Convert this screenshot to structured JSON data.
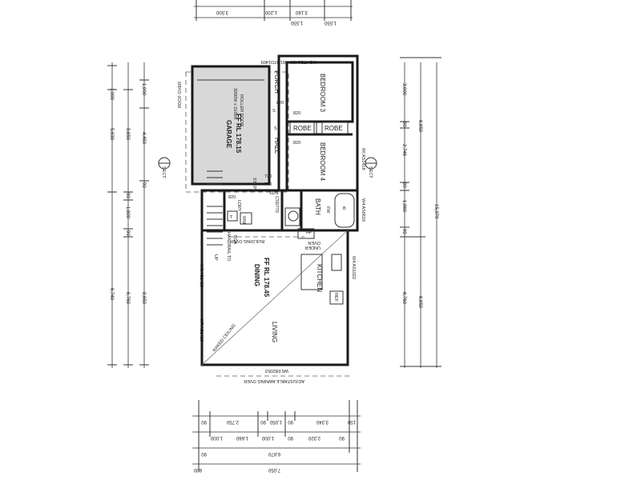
{
  "rooms": {
    "garage": "GARAGE",
    "garage_rl": "FF RL 178.15",
    "roller_door_1": "ROLLER DOOR",
    "roller_door_2": "3000W x 2100H",
    "roof_over": "ROOF OVER",
    "porch": "PORCH",
    "bedroom3": "BEDROOM 3",
    "bedroom4": "BEDROOM 4",
    "hall": "HALL",
    "robe1": "ROBE",
    "robe2": "ROBE",
    "step": "STEP",
    "ldry": "LDRY",
    "bath": "BATH",
    "dining": "DINING",
    "dining_rl": "FF RL 178.45",
    "kitchen": "KITCHEN",
    "living": "LIVING",
    "raked_ceiling": "RAKED CEILING",
    "handrail_1": "HANDRAIL TO",
    "handrail_2": "BCA",
    "building_over": "BUILDING OVER",
    "oven_1": "OVEN",
    "oven_2": "UNDER",
    "adjustable_awning": "ADJUSTABLE AWNING OVER",
    "up": "UP"
  },
  "windows": {
    "w2_top": "W2 ATD1409",
    "w1_top": "W1 ATD1409",
    "w_right1": "WI AS1418",
    "w_right2": "W4 AS0616",
    "w_right3": "W4 AS1022",
    "w_left1": "W8 AS1418",
    "w_left2": "W7 AS1418",
    "w_bottom": "W6 FB2053",
    "c_sd": "CSD770",
    "sds": "SDS"
  },
  "doors": {
    "d820a": "820",
    "d820b": "820",
    "d820c": "820",
    "d820d": "820",
    "d720": "720",
    "d770": "770",
    "s1": "S",
    "s2": "S",
    "fw": "FW",
    "wm": "WM",
    "tr": "T",
    "ref": "REF",
    "hp": "HP",
    "b": "B"
  },
  "dims_left": {
    "outer": [
      "1,000",
      "5,630",
      "6,740"
    ],
    "mid": [
      "8,650",
      "90",
      "1,800",
      "90",
      "6,760"
    ],
    "inner": [
      "1,000",
      "4,450",
      "90",
      "8,650"
    ]
  },
  "dims_right": {
    "inner": [
      "3,000",
      "90",
      "2,746",
      "90",
      "1,860",
      "90",
      "6,760"
    ],
    "mid": [
      "6,650",
      "6,650"
    ],
    "outer": [
      "15,370"
    ]
  },
  "dims_top": [
    "3,500",
    "1,200",
    "3,160",
    "1,550",
    "1,550"
  ],
  "dims_bottom": {
    "row1": [
      "90",
      "2,750",
      "90",
      "1,050",
      "90",
      "3,340",
      "150"
    ],
    "row2": [
      "1,000",
      "1,660",
      "1,000",
      "90",
      "2,320",
      "90"
    ],
    "row3": [
      "6,870"
    ],
    "row4": [
      "7,050"
    ],
    "edge": [
      "600",
      "90"
    ]
  },
  "north": "SECT"
}
